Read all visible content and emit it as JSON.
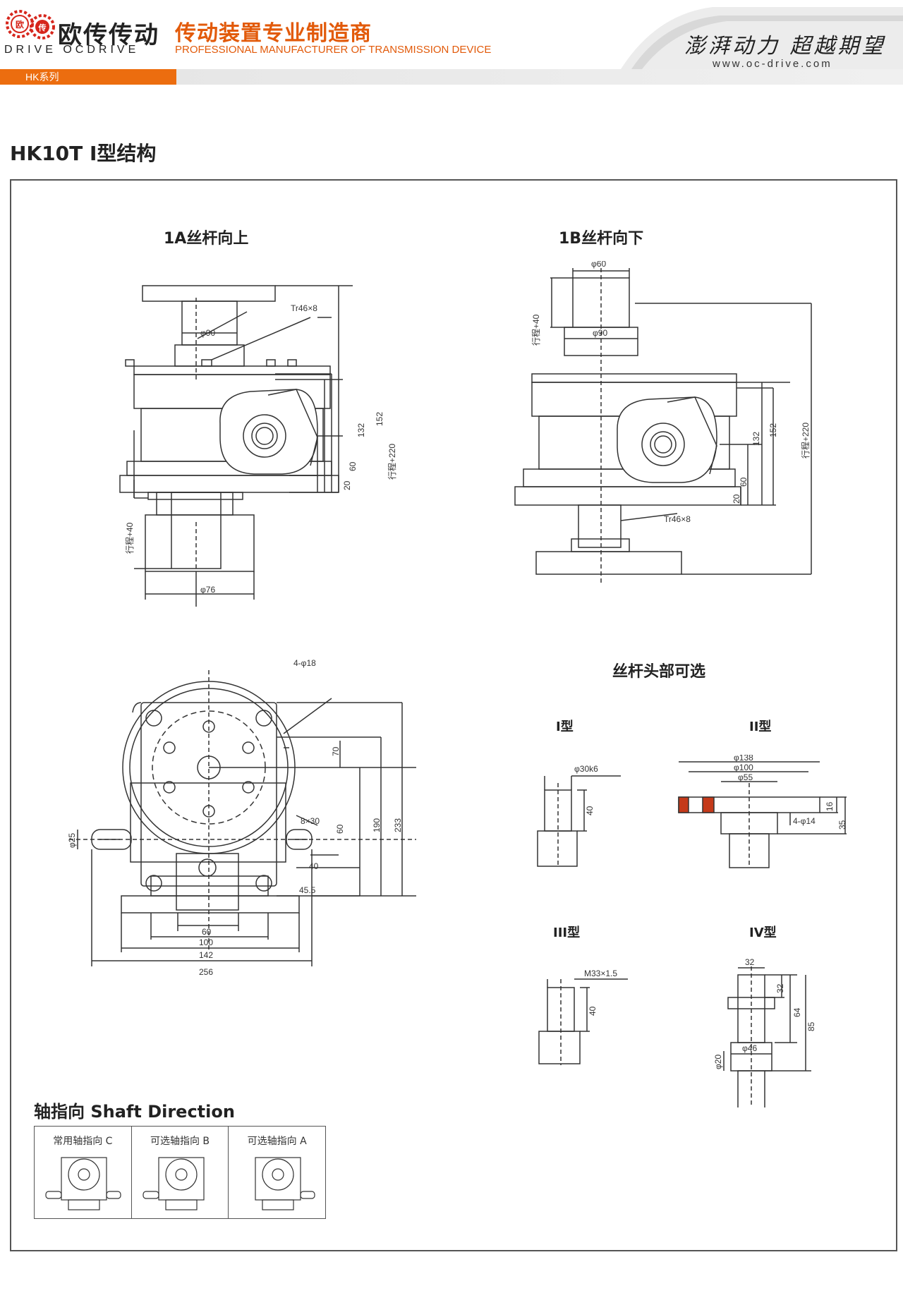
{
  "header": {
    "brand_cn": "欧传传动",
    "brand_en": "DRIVE OCDRIVE",
    "logo_text_top": "欧",
    "logo_text_bottom": "传",
    "slogan_cn": "传动装置专业制造商",
    "slogan_en": "PROFESSIONAL MANUFACTURER OF TRANSMISSION DEVICE",
    "motto": "澎湃动力 超越期望",
    "website": "www.oc-drive.com",
    "series_tab": "HK系列"
  },
  "page_title": "HK10T I型结构",
  "views": {
    "view_1a": {
      "title": "1A丝杆向上",
      "thread": "Tr46×8",
      "phi90": "φ90",
      "phi76": "φ76",
      "d132": "132",
      "d152": "152",
      "d220": "行程+220",
      "d60": "60",
      "d20": "20",
      "stroke40": "行程+40"
    },
    "view_1b": {
      "title": "1B丝杆向下",
      "phi60": "φ60",
      "phi90": "φ90",
      "stroke40": "行程+40",
      "thread": "Tr46×8",
      "d132": "132",
      "d152": "152",
      "d220": "行程+220",
      "d60": "60",
      "d20": "20"
    },
    "top_view": {
      "holes": "4-φ18",
      "d70": "70",
      "d190": "190",
      "d233": "233",
      "key": "8×30",
      "d60v": "60",
      "d40": "40",
      "d45_5": "45.5",
      "phi25": "φ25",
      "d60": "60",
      "d100": "100",
      "d142": "142",
      "d256": "256"
    },
    "head_options": {
      "title": "丝杆头部可选",
      "type1": {
        "label": "I型",
        "phi": "φ30k6",
        "h": "40"
      },
      "type2": {
        "label": "II型",
        "phi138": "φ138",
        "phi100": "φ100",
        "phi55": "φ55",
        "d16": "16",
        "d35": "35",
        "holes": "4-φ14"
      },
      "type3": {
        "label": "III型",
        "thread": "M33×1.5",
        "h": "40"
      },
      "type4": {
        "label": "IV型",
        "w": "32",
        "d32": "32",
        "d64": "64",
        "d85": "85",
        "phi20": "φ20",
        "phi46": "φ46"
      }
    }
  },
  "shaft_direction": {
    "title": "轴指向 Shaft Direction",
    "items": [
      {
        "label": "常用轴指向 C"
      },
      {
        "label": "可选轴指向 B"
      },
      {
        "label": "可选轴指向 A"
      }
    ]
  }
}
